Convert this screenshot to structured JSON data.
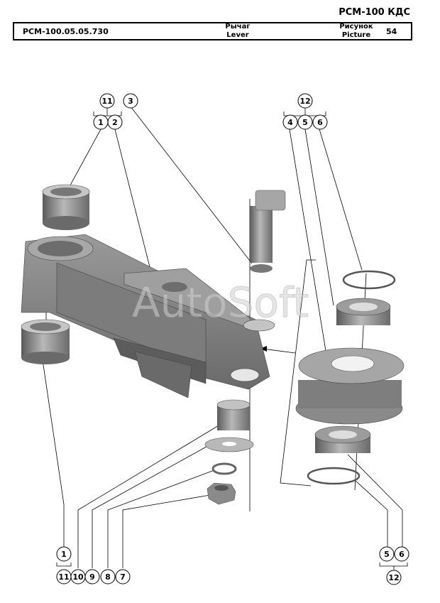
{
  "header": {
    "top_title": "РСМ-100 КДС",
    "part_code": "РСМ-100.05.05.730",
    "name_ru": "Рычаг",
    "name_en": "Lever",
    "picture_ru": "Рисунок",
    "picture_en": "Picture",
    "picture_number": "54"
  },
  "watermark": "AutoSoft",
  "callouts": {
    "top_left_group": "11",
    "top_left_1": "1",
    "top_left_2": "2",
    "top_3": "3",
    "top_right_group": "12",
    "top_right_4": "4",
    "top_right_5": "5",
    "top_right_6": "6",
    "bottom_1": "1",
    "bottom_11": "11",
    "bottom_10": "10",
    "bottom_9": "9",
    "bottom_8": "8",
    "bottom_7": "7",
    "bottom_right_5": "5",
    "bottom_right_6": "6",
    "bottom_right_group": "12"
  },
  "colors": {
    "line": "#000000",
    "part_dark": "#6e6e6e",
    "part_mid": "#8c8c8c",
    "part_light": "#b4b4b4",
    "watermark": "#cfcfcf"
  }
}
